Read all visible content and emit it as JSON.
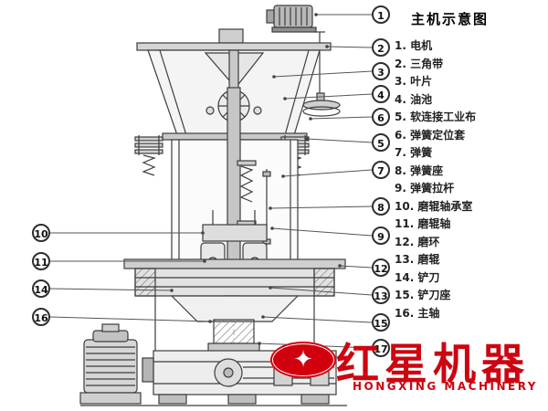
{
  "legend": {
    "title": "主机示意图",
    "items": [
      "1. 电机",
      "2. 三角带",
      "3. 叶片",
      "4. 油池",
      "5. 软连接工业布",
      "6. 弹簧定位套",
      "7. 弹簧",
      "8. 弹簧座",
      "9. 弹簧拉杆",
      "10. 磨辊轴承室",
      "11. 磨辊轴",
      "12. 磨环",
      "13. 磨辊",
      "14. 铲刀",
      "15. 铲刀座",
      "16. 主轴"
    ]
  },
  "callouts": {
    "r1": "1",
    "r2": "2",
    "r3": "3",
    "r4": "4",
    "r5": "6",
    "r6": "5",
    "r7": "7",
    "r8": "8",
    "r9": "9",
    "r10": "12",
    "r11": "13",
    "r12": "15",
    "r13": "17",
    "l1": "10",
    "l2": "11",
    "l3": "14",
    "l4": "16"
  },
  "watermark": {
    "brand": "红星机器",
    "subtitle": "HONGXING MACHINERY",
    "star_icon": "✦",
    "color": "#cc0510"
  },
  "colors": {
    "line": "#3d3d3d",
    "accent_red": "#cc0510",
    "fill_light": "#ececec"
  }
}
